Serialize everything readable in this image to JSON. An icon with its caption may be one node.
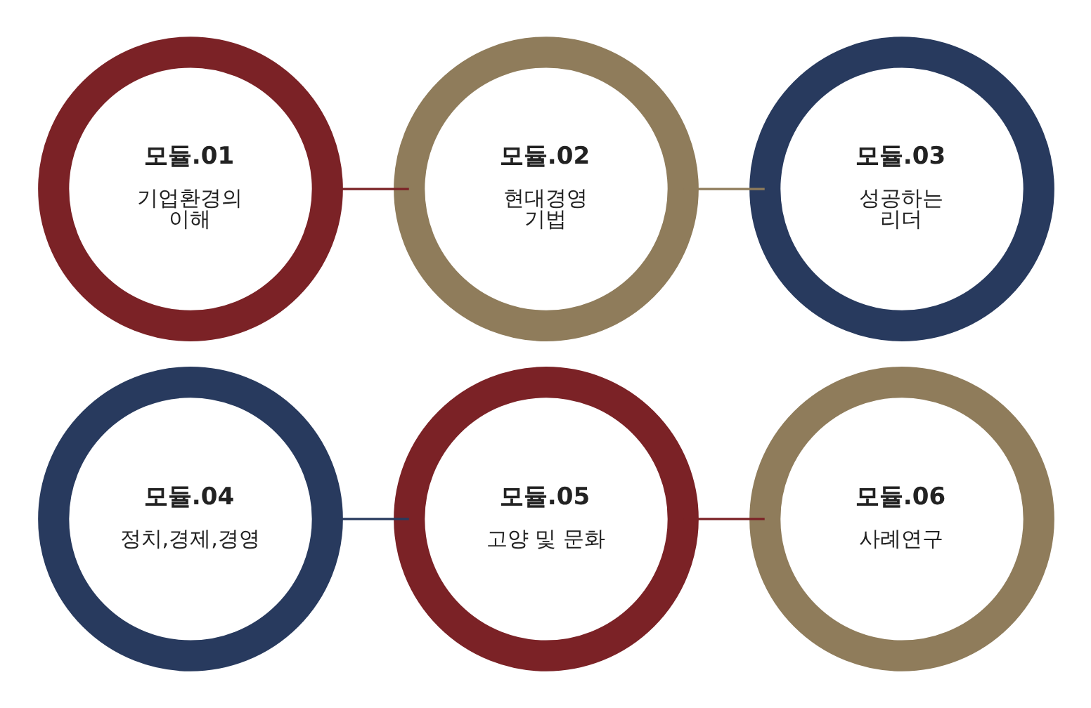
{
  "diagram": {
    "nodes": [
      {
        "text": [
          "모듈.01",
          "기업환경의 이해"
        ]
      },
      {
        "text": [
          "모듈.02",
          "현대경영 기법"
        ]
      },
      {
        "text": [
          "모듈.03",
          "성공하는 리더"
        ]
      },
      {
        "text": [
          "모듈.04",
          "정치,경제,경영"
        ]
      },
      {
        "text": [
          "모듈.05",
          "고양 및 문화"
        ]
      },
      {
        "text": [
          "모듈.06",
          "사례연구"
        ]
      }
    ],
    "edges": [
      {
        "from": 0,
        "to": 1,
        "arrow": "none",
        "color": "#7b2226"
      },
      {
        "from": 1,
        "to": 2,
        "arrow": "none",
        "color": "#8f7c5b"
      },
      {
        "from": 3,
        "to": 4,
        "arrow": "none",
        "color": "#283a5e"
      },
      {
        "from": 4,
        "to": 5,
        "arrow": "none",
        "color": "#7b2226"
      }
    ]
  }
}
